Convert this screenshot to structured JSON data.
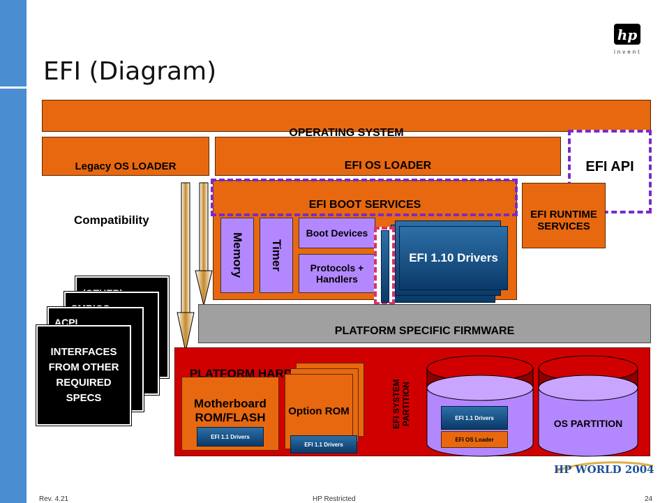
{
  "slide": {
    "title": "EFI (Diagram)",
    "footer_left": "Rev. 4.21",
    "footer_center": "HP Restricted",
    "footer_right": "24",
    "logo_sub": "invent",
    "event_logo": "HP WORLD 2004"
  },
  "diagram": {
    "os": "OPERATING SYSTEM",
    "legacy_loader": "Legacy OS LOADER",
    "efi_os_loader": "EFI OS LOADER",
    "efi_api": "EFI API",
    "compatibility": "Compatibility",
    "boot_services": "EFI BOOT SERVICES",
    "runtime_services": "EFI RUNTIME SERVICES",
    "memory": "Memory",
    "timer": "Timer",
    "boot_devices": "Boot Devices",
    "protocols": "Protocols + Handlers",
    "efi110_drivers": "EFI 1.10 Drivers",
    "platform_fw": "PLATFORM  SPECIFIC FIRMWARE",
    "platform_hw": "PLATFORM HARDWARE",
    "mb_rom": "Motherboard ROM/FLASH",
    "option_rom": "Option ROM",
    "efi11_drivers": "EFI 1.1 Drivers",
    "efi_sys_partition": "EFI SYSTEM PARTITION",
    "efi_os_loader_small": "EFI OS Loader",
    "os_partition": "OS PARTITION",
    "stack_labels": [
      "(OTHER)",
      "SMBIOS",
      "ACPI"
    ],
    "interfaces": "INTERFACES FROM OTHER REQUIRED SPECS"
  }
}
